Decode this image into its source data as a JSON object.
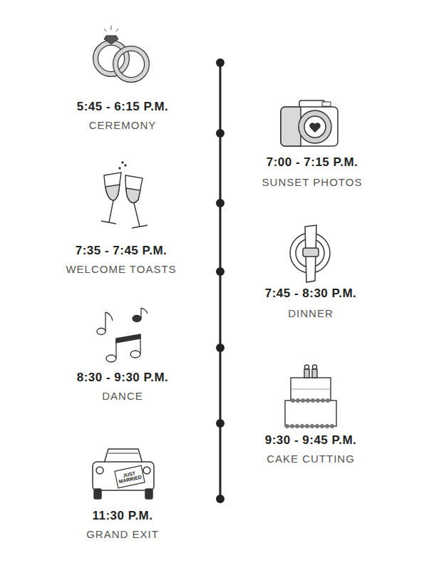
{
  "diagram": {
    "labels": [
      "5:45 - 6:15 P.M.",
      "CEREMONY",
      "7:00 - 7:15 P.M.",
      "SUNSET PHOTOS",
      "7:35 - 7:45 P.M.",
      "WELCOME TOASTS",
      "7:45 - 8:30 P.M.",
      "DINNER",
      "8:30 - 9:30 P.M.",
      "DANCE",
      "9:30 - 9:45 P.M.",
      "CAKE CUTTING",
      "11:30 P.M.",
      "GRAND EXIT",
      "JUST MARRIED"
    ]
  }
}
